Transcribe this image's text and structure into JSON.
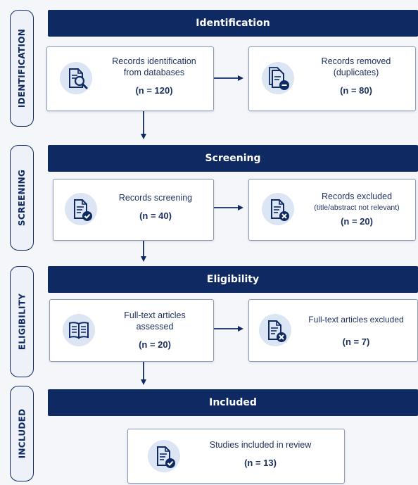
{
  "stages": {
    "identification": {
      "side": "IDENTIFICATION",
      "banner": "Identification"
    },
    "screening": {
      "side": "SCREENING",
      "banner": "Screening"
    },
    "eligibility": {
      "side": "ELIGIBILITY",
      "banner": "Eligibility"
    },
    "included": {
      "side": "INCLUDED",
      "banner": "Included"
    }
  },
  "boxes": {
    "identified": {
      "line1": "Records identification",
      "line2": "from databases",
      "count": "(n = 120)",
      "icon": "search-document-icon"
    },
    "removed": {
      "line1": "Records removed",
      "line2": "(duplicates)",
      "count": "(n = 80)",
      "icon": "document-remove-icon"
    },
    "screened": {
      "line1": "Records screening",
      "count": "(n = 40)",
      "icon": "document-check-icon"
    },
    "excluded": {
      "line1": "Records excluded",
      "line2": "(title/abstract not relevant)",
      "count": "(n = 20)",
      "icon": "document-cross-icon"
    },
    "assessed": {
      "line1": "Full-text articles",
      "line2": "assessed",
      "count": "(n = 20)",
      "icon": "open-book-icon"
    },
    "fulltext_excluded": {
      "line1": "Full-text articles excluded",
      "count": "(n = 7)",
      "icon": "document-cross-icon"
    },
    "included": {
      "line1": "Studies included in review",
      "count": "(n = 13)",
      "icon": "document-check-icon"
    }
  },
  "colors": {
    "navy": "#0f2a63",
    "icon_bg": "#dbe5f3",
    "border": "#8c9ab5",
    "background": "#f4f6fa"
  }
}
